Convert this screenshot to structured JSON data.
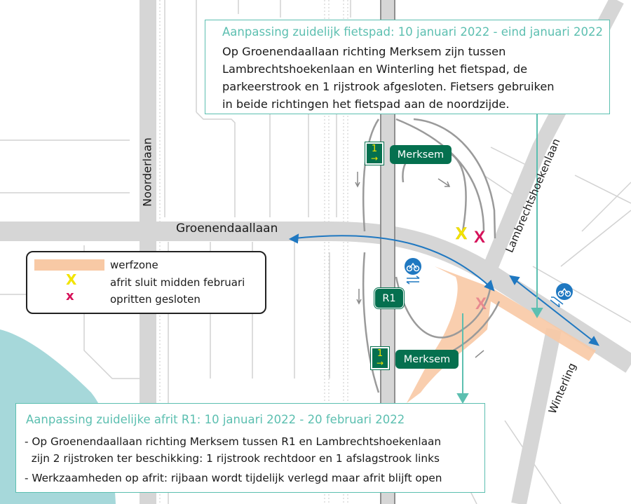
{
  "callout_top": {
    "title": "Aanpassing zuidelijk fietspad: 10 januari 2022 - eind januari 2022",
    "lines": [
      "Op Groenendaallaan richting Merksem zijn tussen",
      "Lambrechtshoekenlaan en Winterling het fietspad, de",
      "parkeerstrook en 1 rijstrook afgesloten. Fietsers gebruiken",
      "in beide richtingen het fietspad aan de noordzijde."
    ]
  },
  "callout_bottom": {
    "title": "Aanpassing zuidelijke afrit R1: 10 januari 2022 - 20 februari 2022",
    "lines": [
      "- Op Groenendaallaan richting Merksem tussen R1 en Lambrechtshoekenlaan",
      "  zijn 2 rijstroken ter beschikking: 1 rijstrook rechtdoor en 1 afslagstrook links",
      "- Werkzaamheden op afrit: rijbaan wordt tijdelijk verlegd maar afrit blijft open"
    ]
  },
  "legend": {
    "items": [
      {
        "symbol": "swatch",
        "label": "werfzone",
        "color": "#f8c9a5"
      },
      {
        "symbol": "X",
        "label": "afrit sluit midden februari",
        "color": "#f2e400"
      },
      {
        "symbol": "x",
        "label": "opritten gesloten",
        "color": "#d6125a"
      }
    ]
  },
  "streets": {
    "noorderlaan": "Noorderlaan",
    "groenendaallaan": "Groenendaallaan",
    "lambrechtshoekenlaan": "Lambrechtshoekenlaan",
    "winterling": "Winterling"
  },
  "signs": {
    "merksem_top": "Merksem",
    "merksem_bottom": "Merksem",
    "r1": "R1",
    "exit_top": "1",
    "exit_bottom": "1"
  },
  "markers": {
    "yellow_x": "X",
    "red_x_1": "X",
    "red_x_2": "X"
  },
  "colors": {
    "road": "#d6d6d6",
    "road_edge": "#b5b5b5",
    "block_line": "#d2d2d2",
    "water": "#a6d8da",
    "worksite": "#f8c9a5",
    "callout_teal": "#5cbfb0",
    "arrow_blue": "#1f78c1",
    "sign_green": "#05704f",
    "closed_red": "#d6125a",
    "exit_yellow": "#f2e400"
  }
}
